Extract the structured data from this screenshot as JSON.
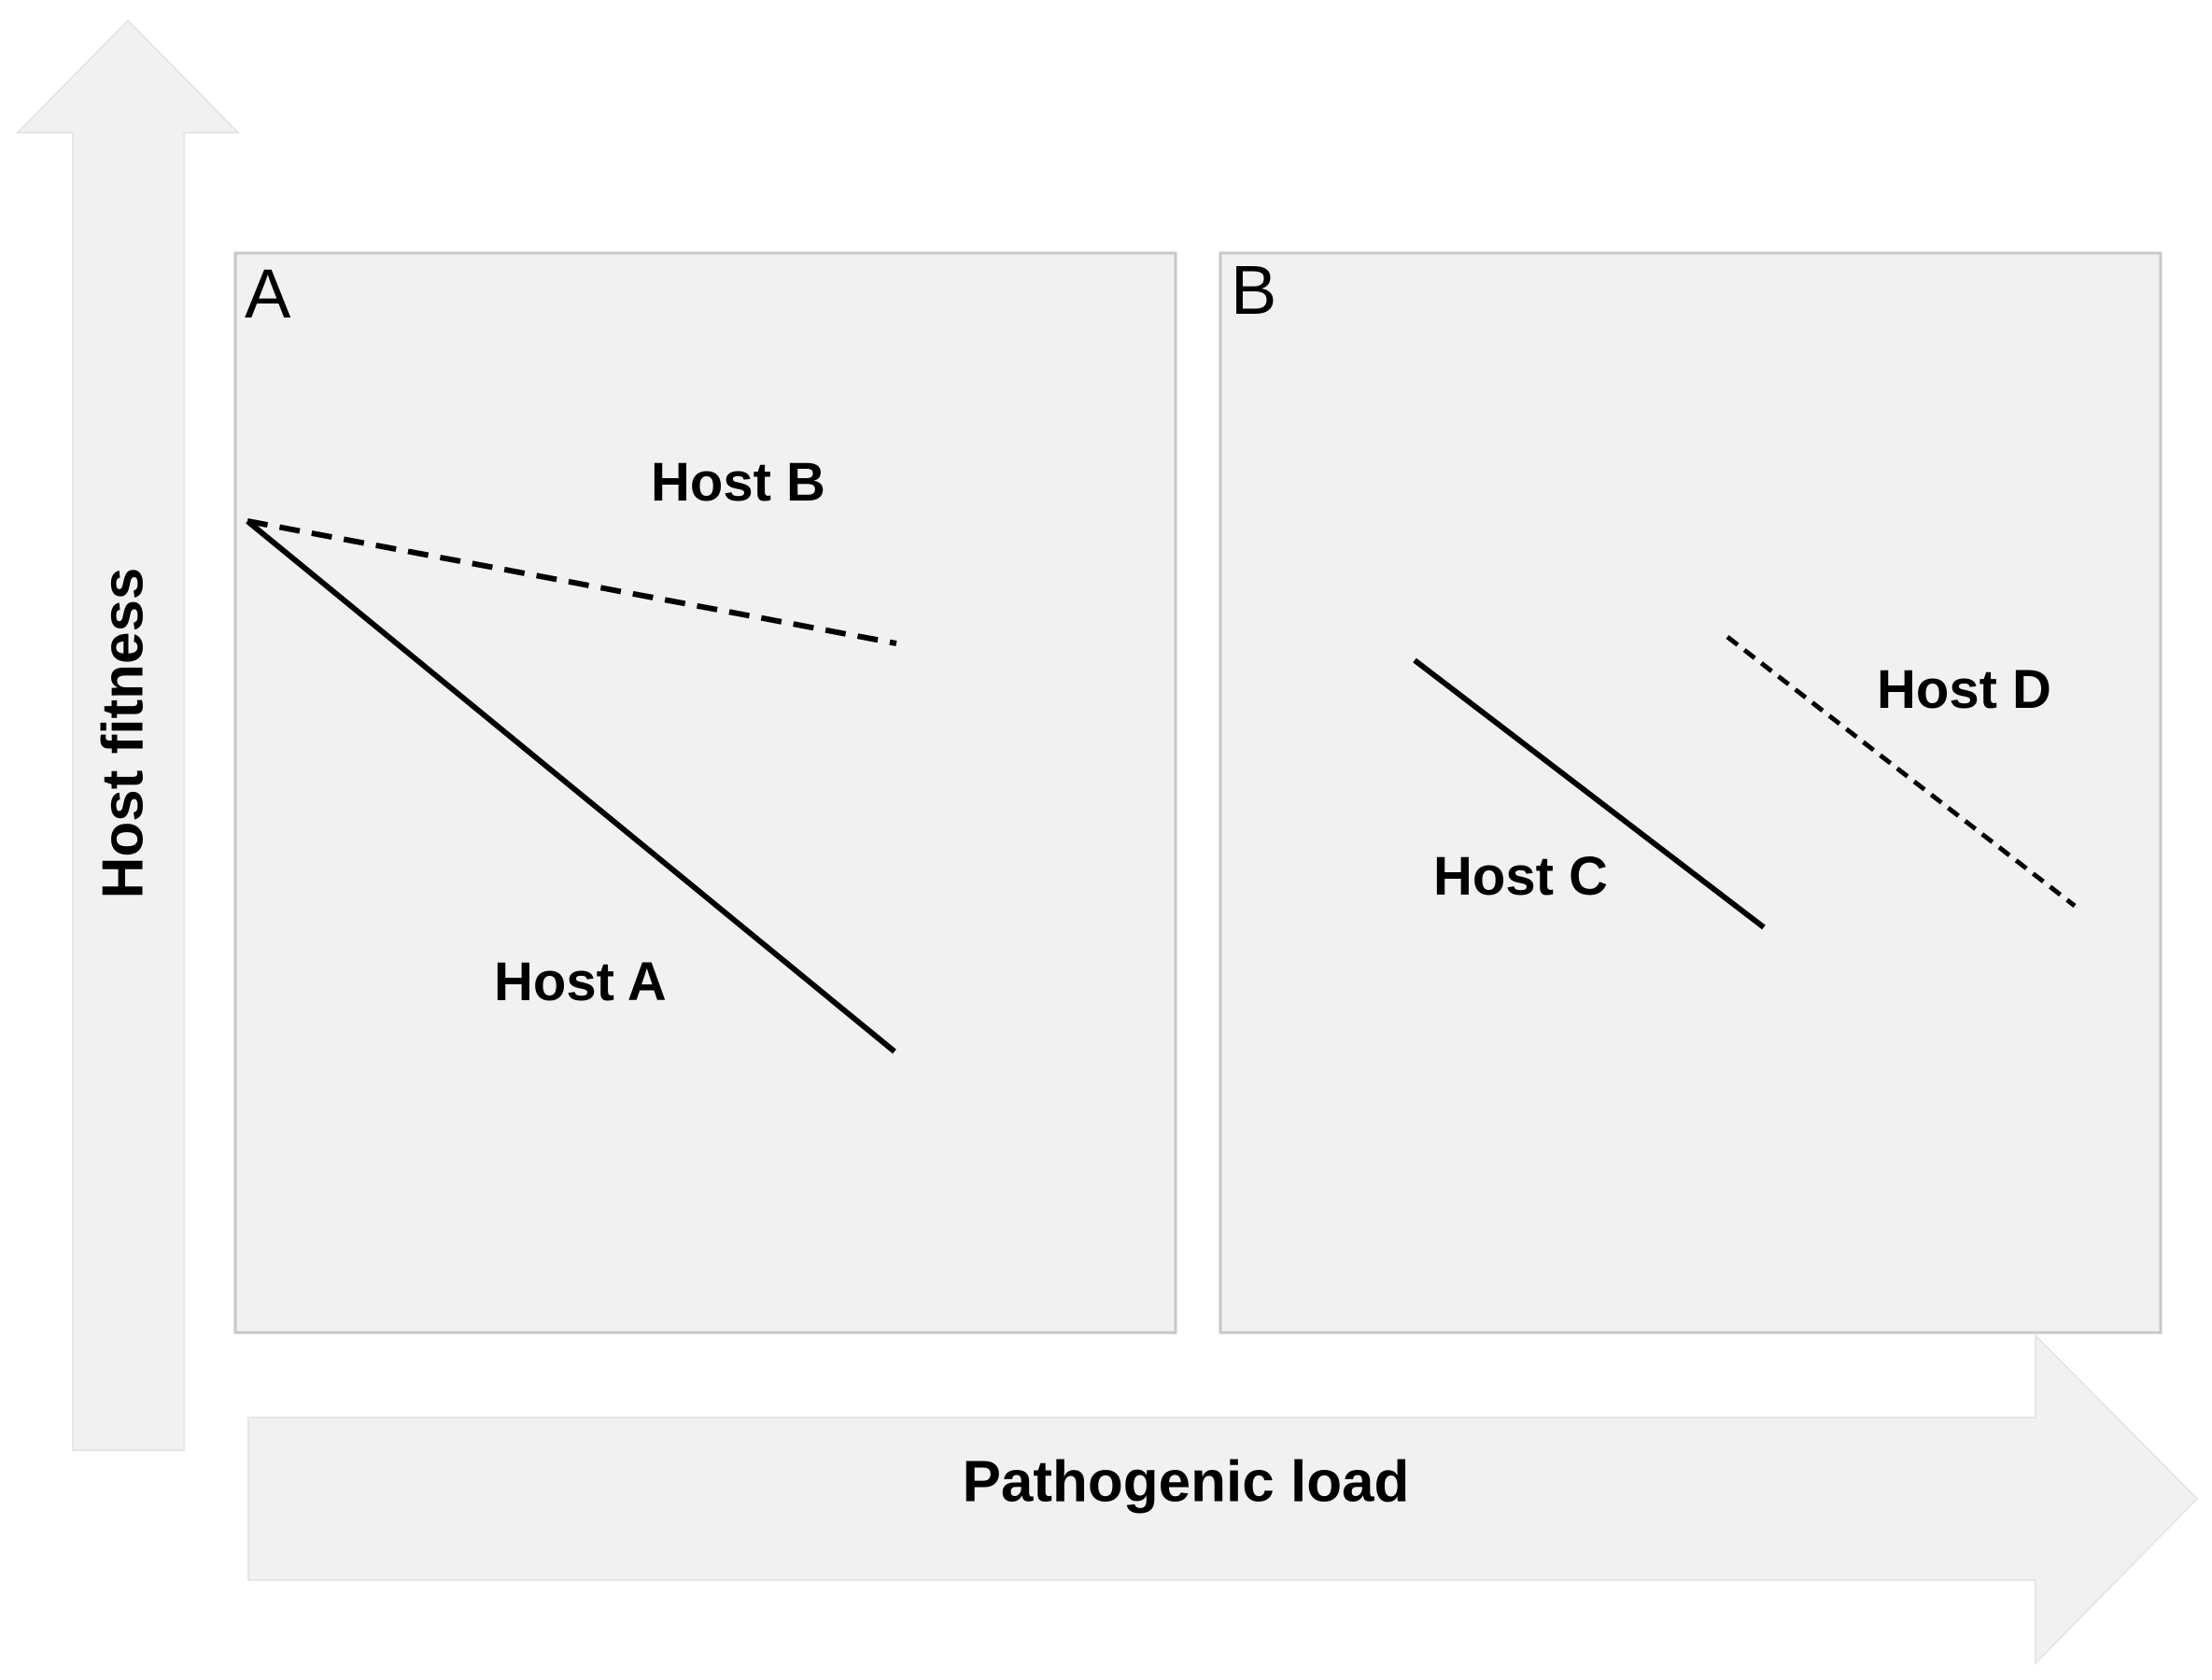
{
  "axes": {
    "y_label": "Host fitness",
    "x_label": "Pathogenic load"
  },
  "panels": [
    {
      "letter": "A",
      "hosts": [
        {
          "label": "Host B",
          "line_style": "dashed"
        },
        {
          "label": "Host A",
          "line_style": "solid"
        }
      ]
    },
    {
      "letter": "B",
      "hosts": [
        {
          "label": "Host C",
          "line_style": "solid"
        },
        {
          "label": "Host D",
          "line_style": "dashed"
        }
      ]
    }
  ],
  "colors": {
    "arrow_fill": "#f1f1f1",
    "panel_fill": "#f1f1f1",
    "panel_border": "#c8c8c8",
    "line": "#000000"
  }
}
